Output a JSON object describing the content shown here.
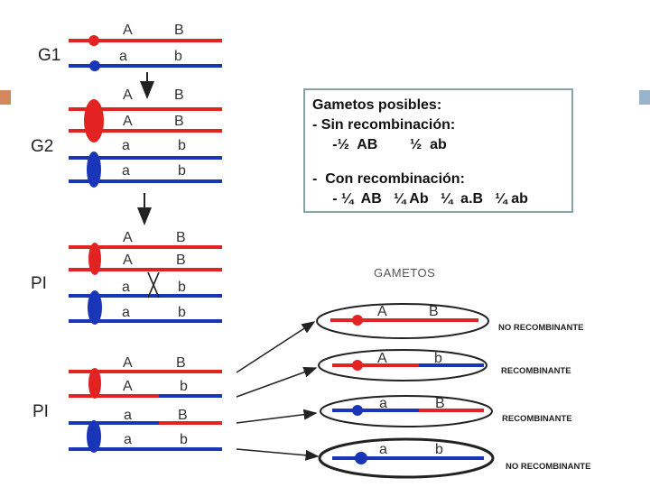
{
  "colors": {
    "red_chromosome": "#e32222",
    "blue_chromosome": "#1a36b8",
    "corner_left": "#d4875c",
    "corner_right": "#9ab3cc",
    "box_border": "#8aa3a3"
  },
  "stages": {
    "g1": "G1",
    "g2": "G2",
    "pi_top": "PI",
    "pi_bottom": "PI"
  },
  "alleles": {
    "A": "A",
    "B": "B",
    "a": "a",
    "b": "b"
  },
  "info_box": {
    "title": "Gametos posibles:",
    "sin_header": "- Sin recombinación:",
    "sin_values": "     -½  AB        ½  ab",
    "con_header": "-  Con recombinación:",
    "con_values": "     - ¼  AB   ¼ Ab   ¼  a.B   ¼ ab"
  },
  "gametes": {
    "title": "GAMETOS",
    "items": [
      {
        "label": "NO RECOMBINANTE",
        "left_allele": "A",
        "right_allele": "B"
      },
      {
        "label": "RECOMBINANTE",
        "left_allele": "A",
        "right_allele": "b"
      },
      {
        "label": "RECOMBINANTE",
        "left_allele": "a",
        "right_allele": "B"
      },
      {
        "label": "NO RECOMBINANTE",
        "left_allele": "a",
        "right_allele": "b"
      }
    ]
  }
}
